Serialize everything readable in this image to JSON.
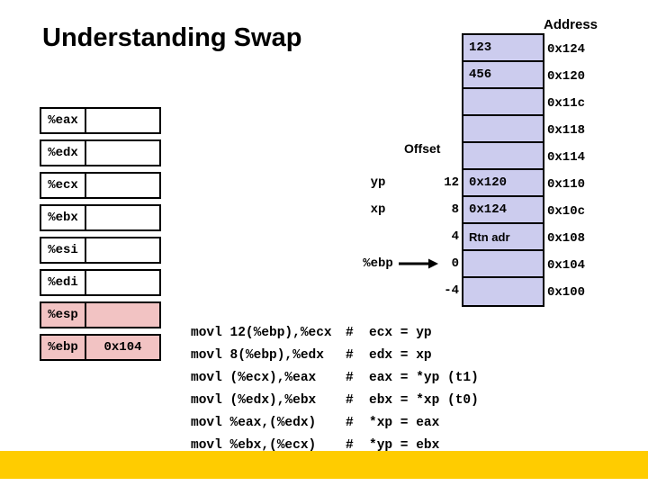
{
  "slide": {
    "title": "Understanding Swap",
    "accent_yellow": "#ffcc00",
    "register_highlight_color": "#f2c3c3",
    "memory_cell_color": "#ccccee"
  },
  "registers": {
    "rows": [
      {
        "name": "%eax",
        "value": "",
        "highlight": false
      },
      {
        "name": "%edx",
        "value": "",
        "highlight": false
      },
      {
        "name": "%ecx",
        "value": "",
        "highlight": false
      },
      {
        "name": "%ebx",
        "value": "",
        "highlight": false
      },
      {
        "name": "%esi",
        "value": "",
        "highlight": false
      },
      {
        "name": "%edi",
        "value": "",
        "highlight": false
      },
      {
        "name": "%esp",
        "value": "",
        "highlight": true
      },
      {
        "name": "%ebp",
        "value": "0x104",
        "highlight": true
      }
    ]
  },
  "memory": {
    "address_header": "Address",
    "cells": [
      {
        "value": "123",
        "address": "0x124",
        "font": "mono"
      },
      {
        "value": "456",
        "address": "0x120",
        "font": "mono"
      },
      {
        "value": "",
        "address": "0x11c",
        "font": "mono"
      },
      {
        "value": "",
        "address": "0x118",
        "font": "mono"
      },
      {
        "value": "",
        "address": "0x114",
        "font": "mono"
      },
      {
        "value": "0x120",
        "address": "0x110",
        "font": "mono"
      },
      {
        "value": "0x124",
        "address": "0x10c",
        "font": "mono"
      },
      {
        "value": "Rtn adr",
        "address": "0x108",
        "font": "sans"
      },
      {
        "value": "",
        "address": "0x104",
        "font": "mono"
      },
      {
        "value": "",
        "address": "0x100",
        "font": "mono"
      }
    ]
  },
  "offsets": {
    "header": "Offset",
    "rows": [
      {
        "pointer": "yp",
        "offset": "12"
      },
      {
        "pointer": "xp",
        "offset": "8"
      },
      {
        "pointer": "",
        "offset": "4"
      },
      {
        "pointer": "%ebp",
        "offset": "0"
      },
      {
        "pointer": "",
        "offset": "-4"
      }
    ]
  },
  "code": {
    "lines": [
      {
        "instruction": "movl 12(%ebp),%ecx",
        "hash": "#",
        "comment": "ecx = yp"
      },
      {
        "instruction": "movl 8(%ebp),%edx",
        "hash": "#",
        "comment": "edx = xp"
      },
      {
        "instruction": "movl (%ecx),%eax",
        "hash": "#",
        "comment": "eax = *yp (t1)"
      },
      {
        "instruction": "movl (%edx),%ebx",
        "hash": "#",
        "comment": "ebx = *xp (t0)"
      },
      {
        "instruction": "movl %eax,(%edx)",
        "hash": "#",
        "comment": "*xp = eax"
      },
      {
        "instruction": "movl %ebx,(%ecx)",
        "hash": "#",
        "comment": "*yp = ebx"
      }
    ]
  }
}
